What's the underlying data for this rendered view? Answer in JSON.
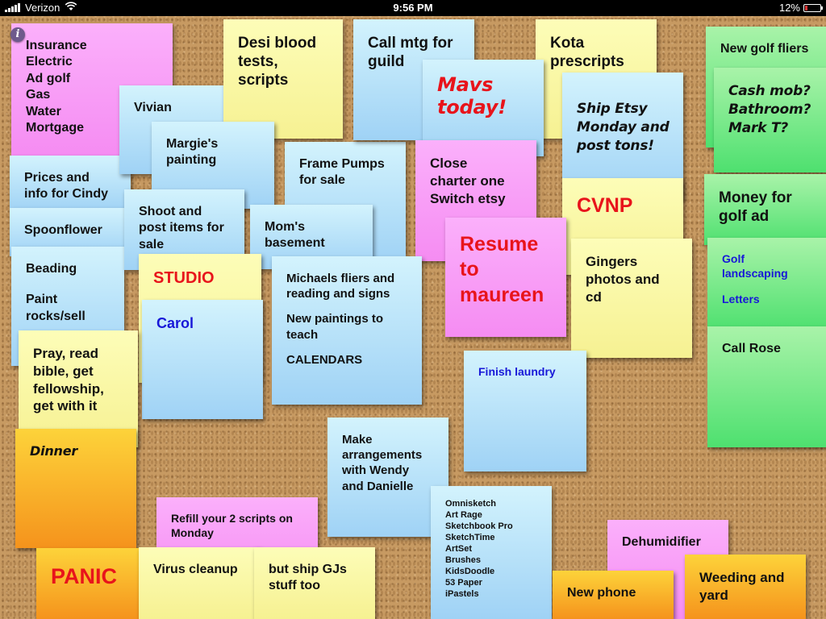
{
  "status_bar": {
    "carrier": "Verizon",
    "time": "9:56 PM",
    "battery": "12%"
  },
  "info_icon": "i",
  "notes": {
    "insurance": [
      "Insurance",
      "Electric",
      "Ad golf",
      "Gas",
      "Water",
      "Mortgage"
    ],
    "desi": [
      "Desi blood",
      "tests,",
      "scripts"
    ],
    "call_mtg": [
      "Call mtg for",
      "guild"
    ],
    "kota": [
      "Kota",
      "prescripts"
    ],
    "new_golf_fliers": "New golf fliers",
    "cash_mob": [
      "Cash mob?",
      "Bathroom?",
      "Mark T?"
    ],
    "vivian": "Vivian",
    "margie": [
      "Margie's",
      "painting"
    ],
    "mavs": [
      "Mavs",
      "today!"
    ],
    "ship_etsy": [
      "Ship Etsy",
      "Monday and",
      "post tons!"
    ],
    "frame_pumps": [
      "Frame Pumps",
      "for sale"
    ],
    "close_charter": [
      "Close",
      "charter one",
      "Switch etsy"
    ],
    "prices": [
      "Prices and",
      "info for Cindy"
    ],
    "shoot": [
      "Shoot and",
      "post items for",
      "sale"
    ],
    "spoonflower": "Spoonflower",
    "moms_basement": [
      "Mom's",
      "basement"
    ],
    "cvnp": "CVNP",
    "money_golf": [
      "Money for",
      "golf ad"
    ],
    "resume": [
      "Resume",
      "to",
      "maureen"
    ],
    "beading": "Beading",
    "paint_rocks": [
      "Paint",
      "rocks/sell"
    ],
    "studio": "STUDIO",
    "michaels": [
      "Michaels fliers and",
      "reading and signs"
    ],
    "new_paintings": [
      "New paintings to",
      "teach"
    ],
    "calendars": "CALENDARS",
    "gingers": [
      "Gingers",
      "photos and",
      "cd"
    ],
    "golf_landscaping": [
      "Golf",
      "landscaping"
    ],
    "letters": "Letters",
    "carol": "Carol",
    "pray": [
      "Pray, read",
      "bible, get",
      "fellowship,",
      "get with it"
    ],
    "call_rose": "Call Rose",
    "finish_laundry": "Finish laundry",
    "dinner": "Dinner",
    "make_arrangements": [
      "Make",
      "arrangements",
      "with Wendy",
      "and Danielle"
    ],
    "apps": [
      "Omnisketch",
      "Art Rage",
      "Sketchbook Pro",
      "SketchTime",
      "ArtSet",
      "Brushes",
      "KidsDoodle",
      "53 Paper",
      "iPastels"
    ],
    "refill": [
      "Refill your 2 scripts on",
      "Monday"
    ],
    "dehumidifier": "Dehumidifier",
    "panic": "PANIC",
    "virus": "Virus cleanup",
    "ship_gjs": [
      "but ship GJs",
      "stuff too"
    ],
    "new_phone": "New phone",
    "weeding": [
      "Weeding and",
      "yard"
    ]
  },
  "colors": {
    "pink": "#f7a0f5",
    "yellow": "#fbf8a8",
    "blue": "#b8e4fa",
    "green": "#72e88a",
    "orange": "#f9b42a",
    "red_text": "#e8141b",
    "blue_text": "#1818d8"
  }
}
